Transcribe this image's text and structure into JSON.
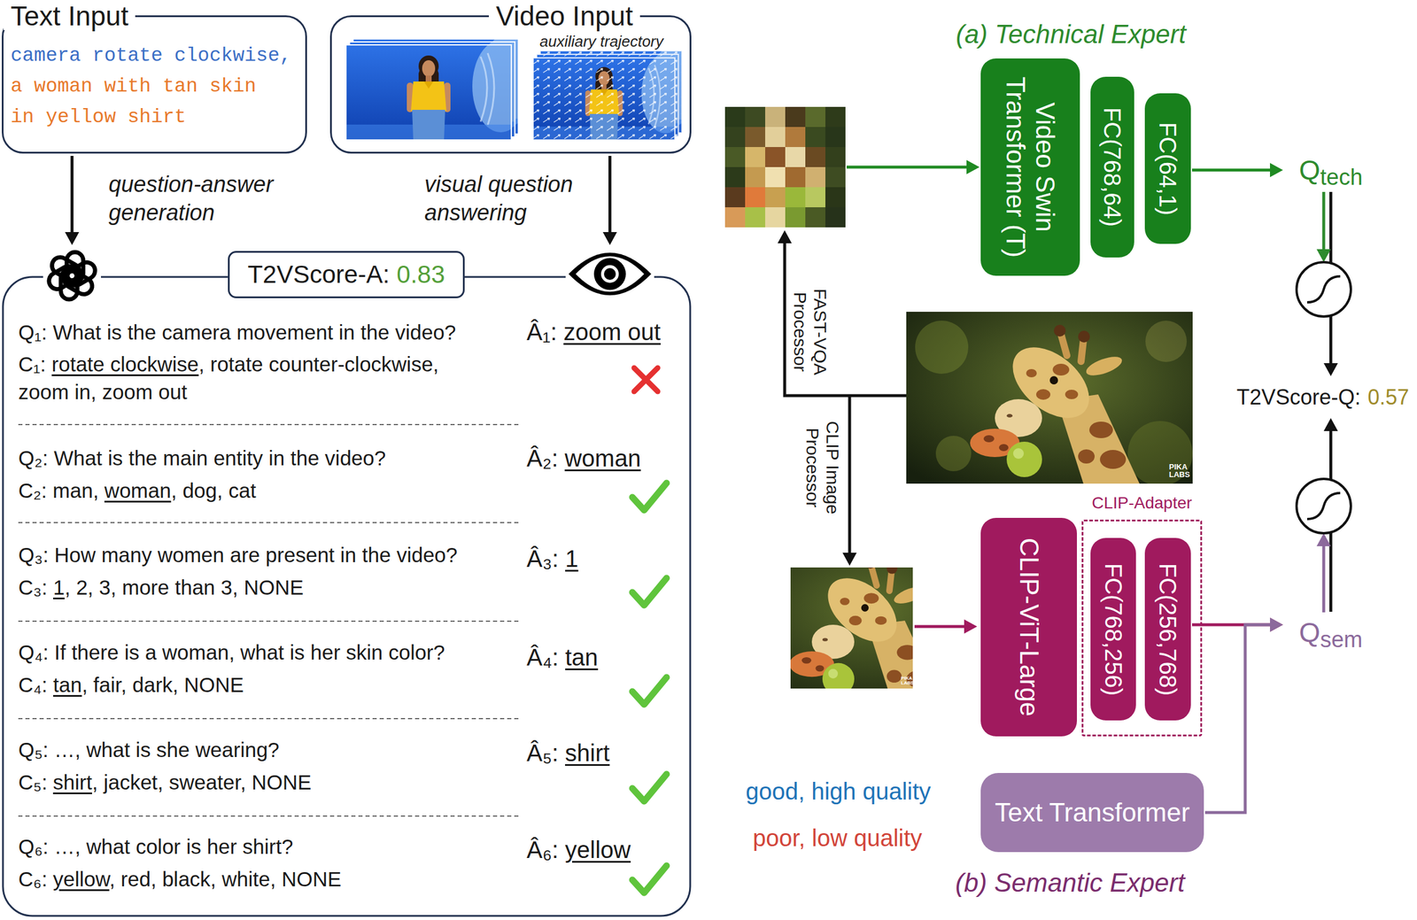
{
  "diagram": {
    "nodes": [
      {
        "text": [
          "Text Input",
          "camera rotate clockwise,",
          "a woman with tan skin in yellow shirt"
        ]
      },
      {
        "text": [
          "Video Input",
          "auxiliary trajectory"
        ]
      },
      {
        "text": [
          "Q₁: What is the camera movement in the video?",
          "C₁: ",
          "rotate clockwise",
          ", rotate counter-clockwise, zoom in, zoom out",
          "Â₁: ",
          "zoom out",
          "Q₂: What is the main entity in the video?",
          "C₂: man, ",
          "woman",
          ", dog, cat",
          "Â₂: ",
          "woman",
          "Q₃: How many women are present in the video?",
          "C₃: ",
          "1",
          ", 2, 3, more than 3, NONE",
          "Â₃: ",
          "1",
          "Q₄: If there is a woman, what is her skin color?",
          "C₄: ",
          "tan",
          ", fair, dark, NONE",
          "Â₄: ",
          "tan",
          "Q₅: …, what is she wearing?",
          "C₅: ",
          "shirt",
          ", jacket, sweater, NONE",
          "Â₅: ",
          "shirt",
          "Q₆: …, what color is her shirt?",
          "C₆: ",
          "yellow",
          ", red, black, white, NONE",
          "Â₆: ",
          "yellow"
        ]
      },
      {
        "text": [
          "T2VScore-A:",
          "0.83"
        ],
        "in": 2
      },
      {
        "text": [
          "Video Swin Transformer (T)"
        ]
      },
      {
        "text": [
          "FC(768,64)"
        ]
      },
      {
        "text": [
          "FC(64,1)"
        ]
      },
      {
        "text": [
          "Q",
          "tech"
        ]
      },
      {
        "text": [
          "T2VScore-Q:",
          "0.57"
        ]
      },
      {
        "text": [
          "CLIP-ViT-Large"
        ]
      },
      {
        "text": [
          "CLIP-Adapter"
        ]
      },
      {
        "text": [
          "FC(768,256)"
        ],
        "in": 10
      },
      {
        "text": [
          "FC(256,768)"
        ],
        "in": 10
      },
      {
        "text": [
          "Q",
          "sem"
        ]
      },
      {
        "text": [
          "Text Transformer"
        ]
      }
    ],
    "edges": [
      {
        "from": 0,
        "to": 2,
        "label": "question-answer generation",
        "arrow": "to"
      },
      {
        "from": 1,
        "to": 2,
        "label": "visual question answering",
        "arrow": "to"
      },
      {
        "from": 6,
        "to": 7,
        "arrow": "to"
      },
      {
        "from": 7,
        "to": 8,
        "arrow": "to"
      },
      {
        "from": 13,
        "to": 8,
        "arrow": "to"
      },
      {
        "from": 12,
        "to": 13,
        "arrow": "to"
      },
      {
        "from": 14,
        "to": 13,
        "arrow": "to"
      }
    ],
    "labels": [
      "(a) Technical Expert",
      "FAST-VQA Processor",
      "CLIP Image Processor",
      "good, high quality",
      "poor, low quality",
      "(b) Semantic Expert",
      "PIKA LABS",
      "PIKA LABS"
    ]
  }
}
